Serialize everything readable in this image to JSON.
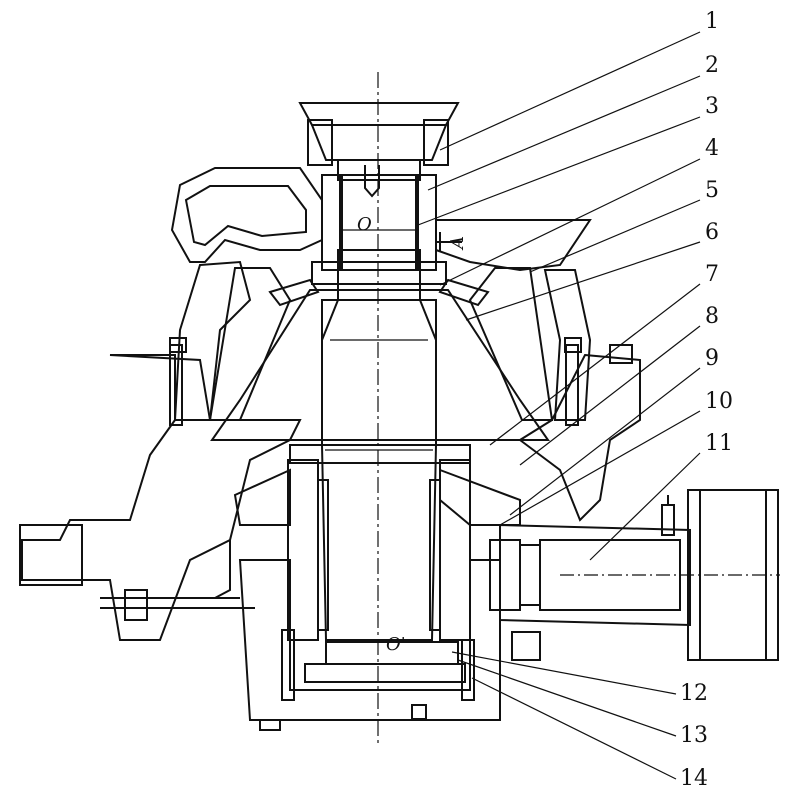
{
  "figure": {
    "labels": [
      "1",
      "2",
      "3",
      "4",
      "5",
      "6",
      "7",
      "8",
      "9",
      "10",
      "11",
      "12",
      "13",
      "14"
    ],
    "symbols": {
      "center_upper": "O",
      "center_lower": "O'",
      "section_mark": "A"
    }
  }
}
